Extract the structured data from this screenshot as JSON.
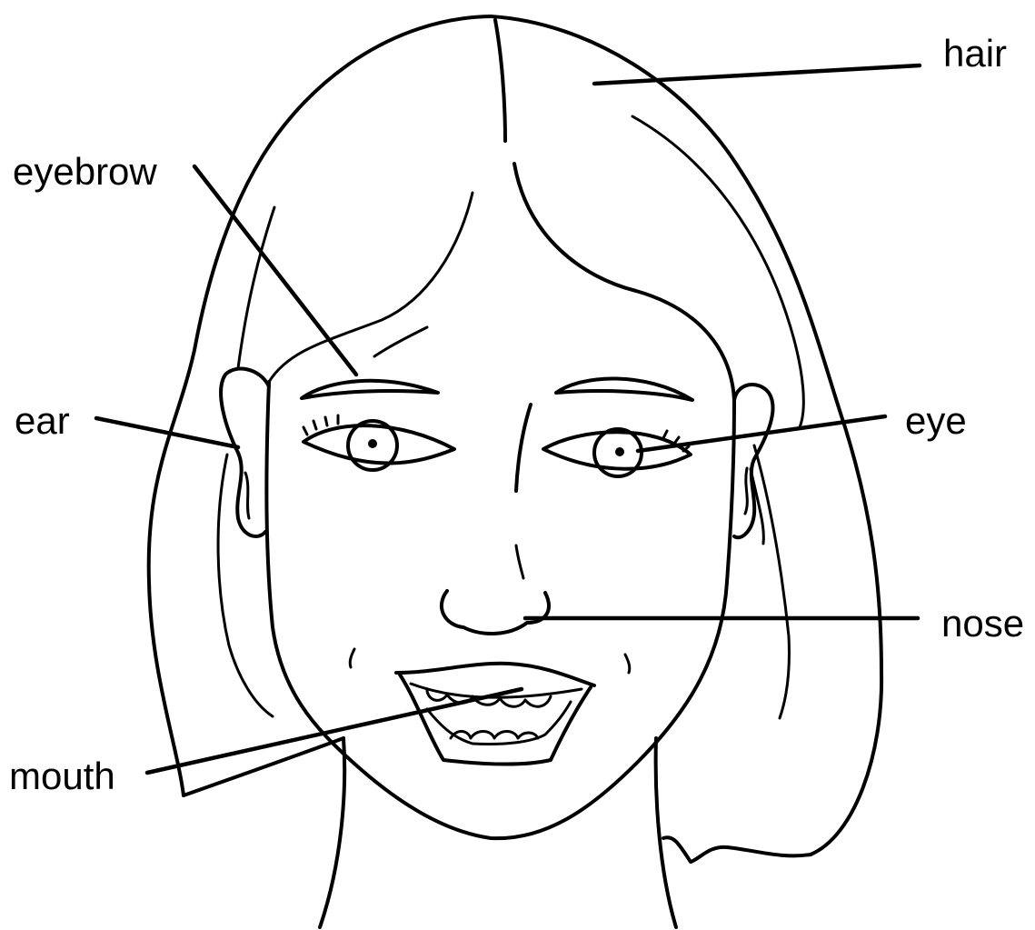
{
  "labels": {
    "hair": "hair",
    "eyebrow": "eyebrow",
    "ear": "ear",
    "eye": "eye",
    "nose": "nose",
    "mouth": "mouth"
  }
}
